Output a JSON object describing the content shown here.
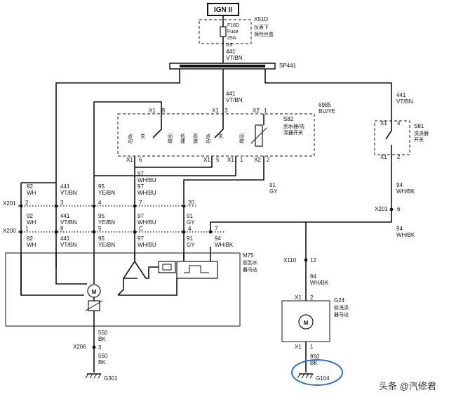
{
  "ign": "IGN II",
  "fusebox": {
    "id": "X51D",
    "name_line1": "仪表下",
    "name_line2": "保险丝盒"
  },
  "fuse": {
    "id": "F16D",
    "type": "Fuse",
    "rating": "25A",
    "pin": "G5"
  },
  "feed": {
    "gauge": "441",
    "color": "VT/BN"
  },
  "splice": "SP441",
  "s82": {
    "id": "S82",
    "label1": "刮水器/洗",
    "label2": "涤器开关",
    "code": "6985",
    "color": "BU/YE"
  },
  "s81": {
    "id": "S81",
    "label1": "洗涤器",
    "label2": "开关"
  },
  "switch_positions": [
    "点动",
    "关",
    "间歇",
    "低速",
    "高速",
    "点动",
    "关",
    "间歇"
  ],
  "connectors": {
    "x1": "X1",
    "x2": "X2",
    "x201": "X201",
    "x200": "X200",
    "x110": "X110",
    "x206": "X206"
  },
  "pins": {
    "b": "B",
    "three": "3",
    "one": "1",
    "two": "2",
    "four": "4",
    "five": "5",
    "six": "6",
    "seven": "7",
    "eight": "8",
    "c": "C",
    "twelve": "12",
    "twenty": "20"
  },
  "wires": [
    {
      "gauge": "92",
      "color": "WH"
    },
    {
      "gauge": "441",
      "color": "VT/BN"
    },
    {
      "gauge": "95",
      "color": "YE/BN"
    },
    {
      "gauge": "97",
      "color": "WH/BU"
    },
    {
      "gauge": "91",
      "color": "GY"
    },
    {
      "gauge": "94",
      "color": "WH/BK"
    },
    {
      "gauge": "550",
      "color": "BK"
    },
    {
      "gauge": "950",
      "color": "BK"
    }
  ],
  "m75": {
    "id": "M75",
    "label1": "前刮水",
    "label2": "器马达"
  },
  "g24": {
    "id": "G24",
    "label1": "前洗涤",
    "label2": "器马达"
  },
  "motor_symbol": "M",
  "grounds": {
    "g301": "G301",
    "g104": "G104"
  },
  "watermark": "头条 @汽修君",
  "colors": {
    "line": "#111111",
    "highlight": "#2d6fc9"
  }
}
